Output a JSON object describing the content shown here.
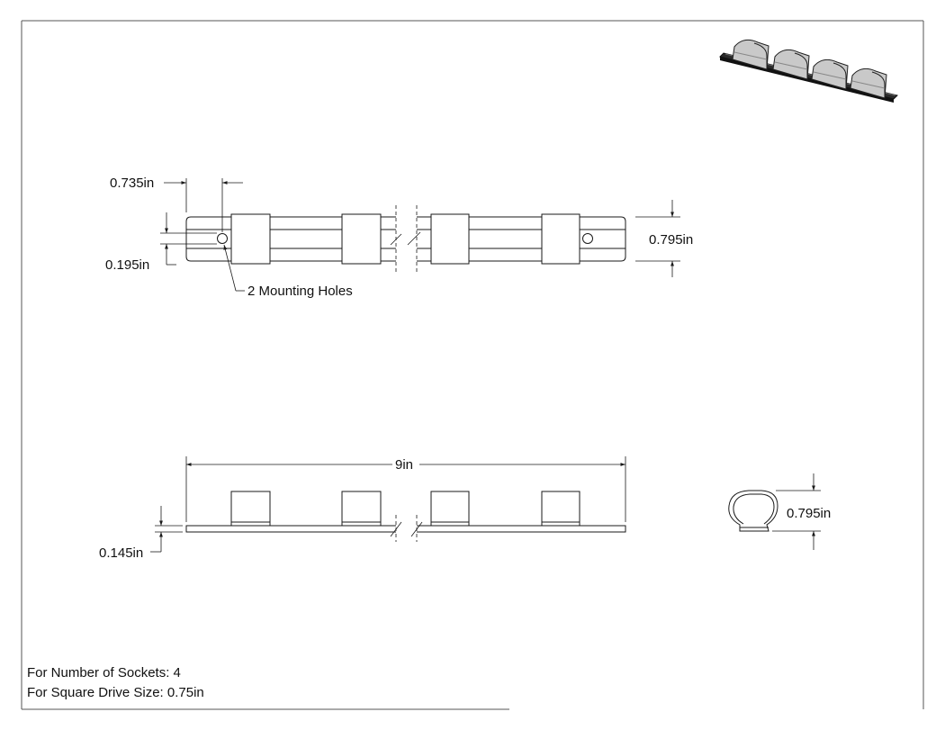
{
  "dimensions": {
    "socket_offset": "0.735in",
    "hole_offset": "0.195in",
    "rail_width": "0.795in",
    "overall_length": "9in",
    "rail_thickness": "0.145in",
    "profile_height": "0.795in"
  },
  "callouts": {
    "mounting_holes": "2 Mounting Holes"
  },
  "notes": {
    "sockets": "For Number of Sockets: 4",
    "drive_size": "For Square Drive Size: 0.75in"
  },
  "colors": {
    "line": "#1a1a1a",
    "frame": "#555555",
    "clip_fill": "#c9c9c9",
    "clip_shade": "#8a8a8a",
    "rail_dark": "#222222"
  }
}
